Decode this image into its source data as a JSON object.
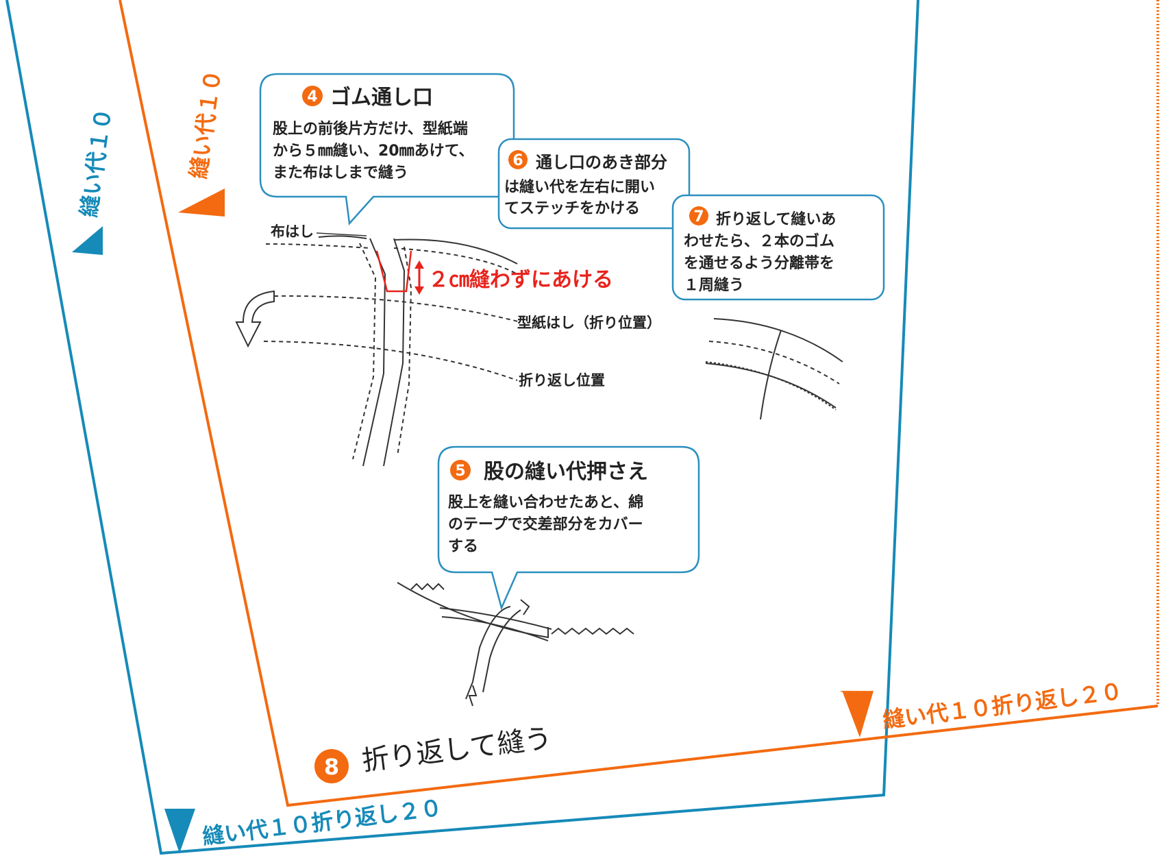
{
  "colors": {
    "orange": "#f36a10",
    "blue": "#168ab8",
    "red": "#e8231c",
    "callout_border": "#2a8fbf"
  },
  "seam_labels": {
    "orange_left": "縫い代１０",
    "blue_left": "縫い代１０",
    "orange_bottom": "縫い代１０折り返し２０",
    "blue_bottom": "縫い代１０折り返し２０"
  },
  "callouts": {
    "c4": {
      "number": "4",
      "title": "ゴム通し口",
      "lines": [
        "股上の前後片方だけ、型紙端",
        "から５㎜縫い、20㎜あけて、",
        "また布はしまで縫う"
      ]
    },
    "c6": {
      "number": "6",
      "title": "通し口のあき部分",
      "lines": [
        "は縫い代を左右に開い",
        "てステッチをかける"
      ]
    },
    "c7": {
      "number": "7",
      "title": "折り返して縫いあ",
      "lines": [
        "わせたら、２本のゴム",
        "を通せるよう分離帯を",
        "１周縫う"
      ]
    },
    "c5": {
      "number": "5",
      "title": "股の縫い代押さえ",
      "lines": [
        "股上を縫い合わせたあと、綿",
        "のテープで交差部分をカバー",
        "する"
      ]
    }
  },
  "labels": {
    "fabric_edge": "布はし",
    "opening_note": "２㎝縫わずにあける",
    "pattern_edge": "型紙はし（折り位置）",
    "fold_position": "折り返し位置"
  },
  "step8": {
    "number": "8",
    "text": "折り返して縫う"
  }
}
